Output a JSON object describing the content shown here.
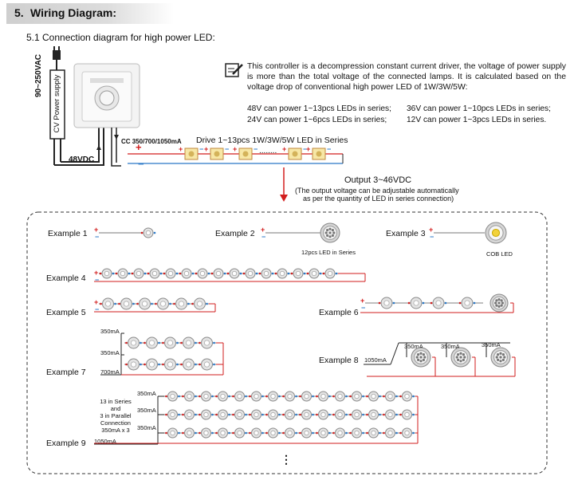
{
  "section": {
    "number": "5.",
    "title": "Wiring Diagram:"
  },
  "subtitle": "5.1  Connection diagram for high power LED:",
  "top": {
    "ac_label": "90~250VAC",
    "psu_label": "CV Power supply",
    "psu_out": "48VDC",
    "cc_label": "CC 350/700/1050mA",
    "drive_label": "Drive 1~13pcs 1W/3W/5W LED in Series",
    "dots": "........"
  },
  "note": {
    "text": "This controller is a decompression constant current driver, the voltage of power supply is more than the total voltage of the connected lamps. It is calculated based on the voltage drop of conventional high power LED of 1W/3W/5W:",
    "rows": [
      [
        "48V can power 1~13pcs LEDs in series;",
        "36V can power 1~10pcs LEDs in series;"
      ],
      [
        "24V can power 1~6pcs LEDs in series;",
        "12V can power 1~3pcs LEDs in series."
      ]
    ]
  },
  "output": {
    "title": "Output 3~46VDC",
    "line1": "(The output voltage can be adjustable automatically",
    "line2": "as per the quantity of LED in series connection)"
  },
  "examples": {
    "e1": "Example 1",
    "e2": "Example 2",
    "e2_caption": "12pcs LED in Series",
    "e3": "Example 3",
    "e3_caption": "COB LED",
    "e4": "Example 4",
    "e5": "Example 5",
    "e6": "Example 6",
    "e7": "Example 7",
    "e7_350a": "350mA",
    "e7_350b": "350mA",
    "e7_700": "700mA",
    "e8": "Example 8",
    "e8_1050": "1050mA",
    "e8_350": "350mA",
    "e9": "Example 9",
    "e9_l1": "13 in Series",
    "e9_l2": "and",
    "e9_l3": "3 in Parallel",
    "e9_l4": "Connection",
    "e9_l5": "350mA x 3",
    "e9_350": "350mA",
    "e9_1050": "1050mA",
    "more": "⋮"
  },
  "colors": {
    "red": "#d21e1e",
    "blue": "#2a78c8",
    "dash": "#333333",
    "led": "#9a9a9a"
  }
}
